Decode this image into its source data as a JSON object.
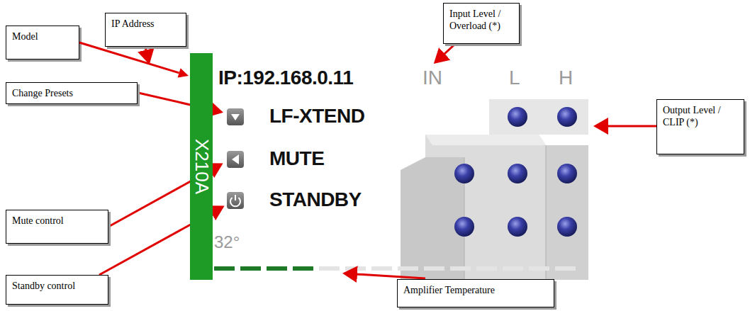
{
  "diagram": {
    "nodes": [
      {
        "text": [
          "Model"
        ]
      },
      {
        "text": [
          "IP Address"
        ]
      },
      {
        "text": [
          "Input Level / Overload (*)"
        ]
      },
      {
        "text": [
          "X210A"
        ]
      },
      {
        "text": [
          "Change Presets"
        ]
      },
      {
        "text": [
          "Output Level / CLIP (*)"
        ]
      },
      {
        "text": [
          "Mute control"
        ]
      },
      {
        "text": [
          "Standby control"
        ]
      },
      {
        "text": [
          "Amplifier Temperature"
        ]
      }
    ],
    "edges": [
      {
        "from": 0,
        "to": 3,
        "arrow": "to"
      }
    ],
    "labels": [
      "IP:192.168.0.11",
      "IN",
      "L",
      "H",
      "LF-XTEND",
      "MUTE",
      "STANDBY",
      "32°"
    ]
  }
}
